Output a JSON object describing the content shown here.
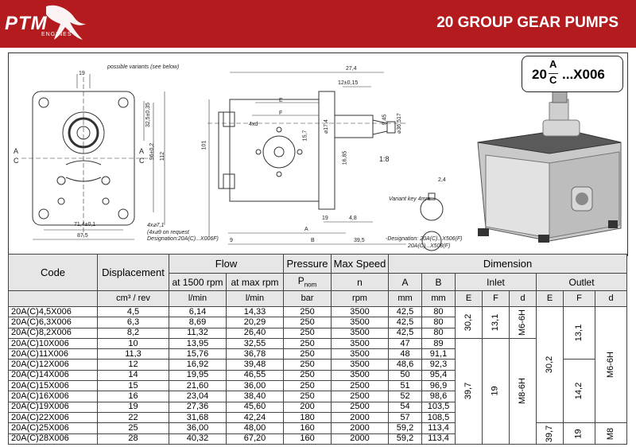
{
  "header": {
    "logo_text": "PTM",
    "logo_sub": "ENGINES",
    "title": "20 GROUP GEAR PUMPS",
    "brand_color": "#b31b1f"
  },
  "model_code": {
    "prefix": "20",
    "top": "A",
    "bottom": "C",
    "suffix": "...X006"
  },
  "drawing_labels": {
    "possible_variants": "possible variants (see below)",
    "dim_19": "19",
    "dim_32_5": "32,5±0,35",
    "dim_96": "96±0,2",
    "dim_112": "112",
    "dim_71_4": "71,4±0,1",
    "dim_87_5": "87,5",
    "port_a": "A",
    "port_c": "C",
    "holes_note": "4x⌀7,1",
    "holes_note2": "(4x⌀9 on request",
    "holes_note3": "Designation:20A(C)...X006F)",
    "dim_27_4": "27,4",
    "dim_12": "12±0,15",
    "dim_e": "E",
    "dim_f": "F",
    "dim_4xd": "4xd",
    "dim_15_7": "15,7",
    "dim_17_4": "⌀17,4",
    "dim_9_45": "9,45",
    "dim_36_517": "⌀36,517",
    "dim_16_85": "16,85",
    "dim_1_8": "1:8",
    "dim_101": "101",
    "dim_19b": "19",
    "dim_4_8": "4,8",
    "dim_a": "A",
    "dim_b": "B",
    "dim_9": "9",
    "dim_39_5": "39,5",
    "variant_key": "Variant key 4mm",
    "dim_2_4": "2,4",
    "designation_1": "-Designation: 20A(C)...X506(F)",
    "designation_2": "20A(C)...X508(F)"
  },
  "table": {
    "headers": {
      "code": "Code",
      "displacement": "Displacement",
      "flow": "Flow",
      "pressure": "Pressure",
      "max_speed": "Max Speed",
      "dimension": "Dimension",
      "flow_1500": "at 1500 rpm",
      "flow_max": "at max rpm",
      "p_nom": "P",
      "p_nom_sub": "nom",
      "n": "n",
      "a": "A",
      "b": "B",
      "inlet": "Inlet",
      "outlet": "Outlet",
      "unit_disp": "cm³ / rev",
      "unit_flow1": "l/min",
      "unit_flow2": "l/min",
      "unit_bar": "bar",
      "unit_rpm": "rpm",
      "unit_mm1": "mm",
      "unit_mm2": "mm",
      "in_e": "E",
      "in_f": "F",
      "in_d": "d",
      "out_e": "E",
      "out_f": "F",
      "out_d": "d"
    },
    "rows": [
      {
        "code": "20A(C)4,5X006",
        "disp": "4,5",
        "f1500": "6,14",
        "fmax": "14,33",
        "p": "250",
        "n": "3500",
        "a": "42,5",
        "b": "80"
      },
      {
        "code": "20A(C)6,3X006",
        "disp": "6,3",
        "f1500": "8,69",
        "fmax": "20,29",
        "p": "250",
        "n": "3500",
        "a": "42,5",
        "b": "80"
      },
      {
        "code": "20A(C)8,2X006",
        "disp": "8,2",
        "f1500": "11,32",
        "fmax": "26,40",
        "p": "250",
        "n": "3500",
        "a": "42,5",
        "b": "80"
      },
      {
        "code": "20A(C)10X006",
        "disp": "10",
        "f1500": "13,95",
        "fmax": "32,55",
        "p": "250",
        "n": "3500",
        "a": "47",
        "b": "89"
      },
      {
        "code": "20A(C)11X006",
        "disp": "11,3",
        "f1500": "15,76",
        "fmax": "36,78",
        "p": "250",
        "n": "3500",
        "a": "48",
        "b": "91,1"
      },
      {
        "code": "20A(C)12X006",
        "disp": "12",
        "f1500": "16,92",
        "fmax": "39,48",
        "p": "250",
        "n": "3500",
        "a": "48,6",
        "b": "92,3"
      },
      {
        "code": "20A(C)14X006",
        "disp": "14",
        "f1500": "19,95",
        "fmax": "46,55",
        "p": "250",
        "n": "3500",
        "a": "50",
        "b": "95,4"
      },
      {
        "code": "20A(C)15X006",
        "disp": "15",
        "f1500": "21,60",
        "fmax": "36,00",
        "p": "250",
        "n": "2500",
        "a": "51",
        "b": "96,9"
      },
      {
        "code": "20A(C)16X006",
        "disp": "16",
        "f1500": "23,04",
        "fmax": "38,40",
        "p": "250",
        "n": "2500",
        "a": "52",
        "b": "98,6"
      },
      {
        "code": "20A(C)19X006",
        "disp": "19",
        "f1500": "27,36",
        "fmax": "45,60",
        "p": "200",
        "n": "2500",
        "a": "54",
        "b": "103,5"
      },
      {
        "code": "20A(C)22X006",
        "disp": "22",
        "f1500": "31,68",
        "fmax": "42,24",
        "p": "180",
        "n": "2000",
        "a": "57",
        "b": "108,5"
      },
      {
        "code": "20A(C)25X006",
        "disp": "25",
        "f1500": "36,00",
        "fmax": "48,00",
        "p": "160",
        "n": "2000",
        "a": "59,2",
        "b": "113,4"
      },
      {
        "code": "20A(C)28X006",
        "disp": "28",
        "f1500": "40,32",
        "fmax": "67,20",
        "p": "160",
        "n": "2000",
        "a": "59,2",
        "b": "113,4"
      }
    ],
    "inlet_groups": [
      {
        "e": "30,2",
        "f": "13,1",
        "d": "M6-6H"
      },
      {
        "e": "39,7",
        "f": "19",
        "d": "M8-6H"
      }
    ],
    "outlet_groups": [
      {
        "e": "30,2",
        "f_top": "13,1",
        "f_bottom": "14,2",
        "d": "M6-6H"
      },
      {
        "e": "39,7",
        "f": "19",
        "d": "M8"
      }
    ]
  }
}
